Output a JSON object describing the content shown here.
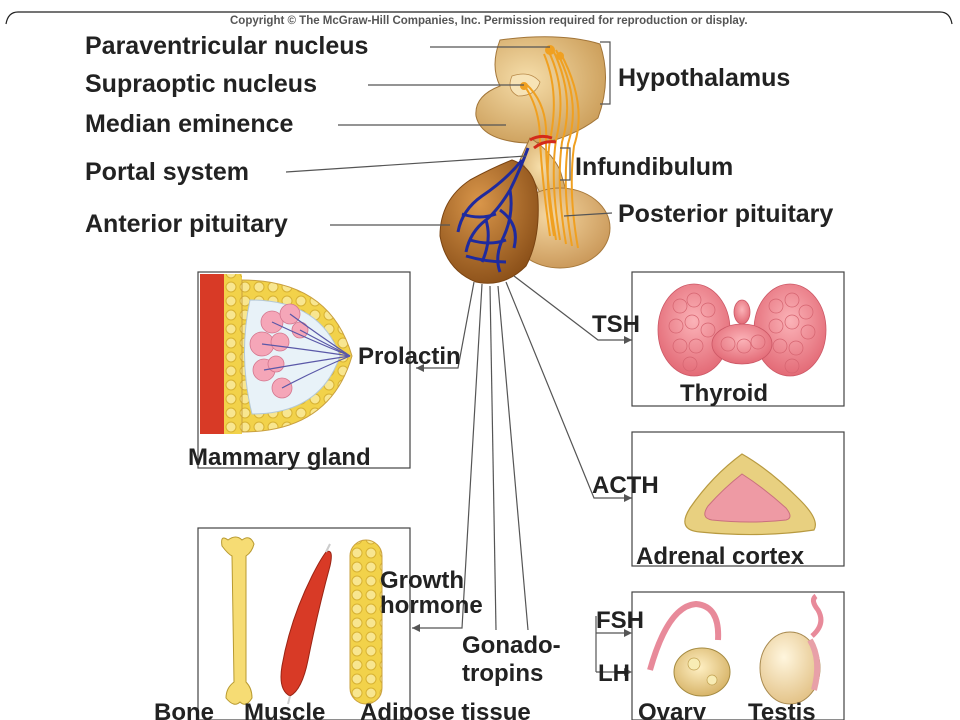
{
  "copyright": "Copyright © The McGraw-Hill Companies, Inc. Permission required for reproduction or display.",
  "labels": {
    "paraventricular_nucleus": "Paraventricular nucleus",
    "supraoptic_nucleus": "Supraoptic nucleus",
    "median_eminence": "Median eminence",
    "portal_system": "Portal system",
    "anterior_pituitary": "Anterior pituitary",
    "hypothalamus": "Hypothalamus",
    "infundibulum": "Infundibulum",
    "posterior_pituitary": "Posterior pituitary"
  },
  "hormones": {
    "prolactin": "Prolactin",
    "tsh": "TSH",
    "acth": "ACTH",
    "growth_hormone_line1": "Growth",
    "growth_hormone_line2": "hormone",
    "gonadotropins_line1": "Gonado-",
    "gonadotropins_line2": "tropins",
    "fsh": "FSH",
    "lh": "LH"
  },
  "targets": {
    "mammary_gland": "Mammary gland",
    "thyroid": "Thyroid",
    "adrenal_cortex": "Adrenal cortex",
    "bone": "Bone",
    "muscle": "Muscle",
    "adipose_tissue": "Adipose tissue",
    "ovary": "Ovary",
    "testis": "Testis"
  },
  "colors": {
    "hypothalamus_fill": "#e8c48a",
    "pituitary_anterior": "#b8742e",
    "portal_vessels": "#1f2a9e",
    "arterial": "#d42a1a",
    "neurons": "#f0a020",
    "thyroid": "#f08a94",
    "adrenal": "#e8d080",
    "muscle": "#d83a26"
  }
}
